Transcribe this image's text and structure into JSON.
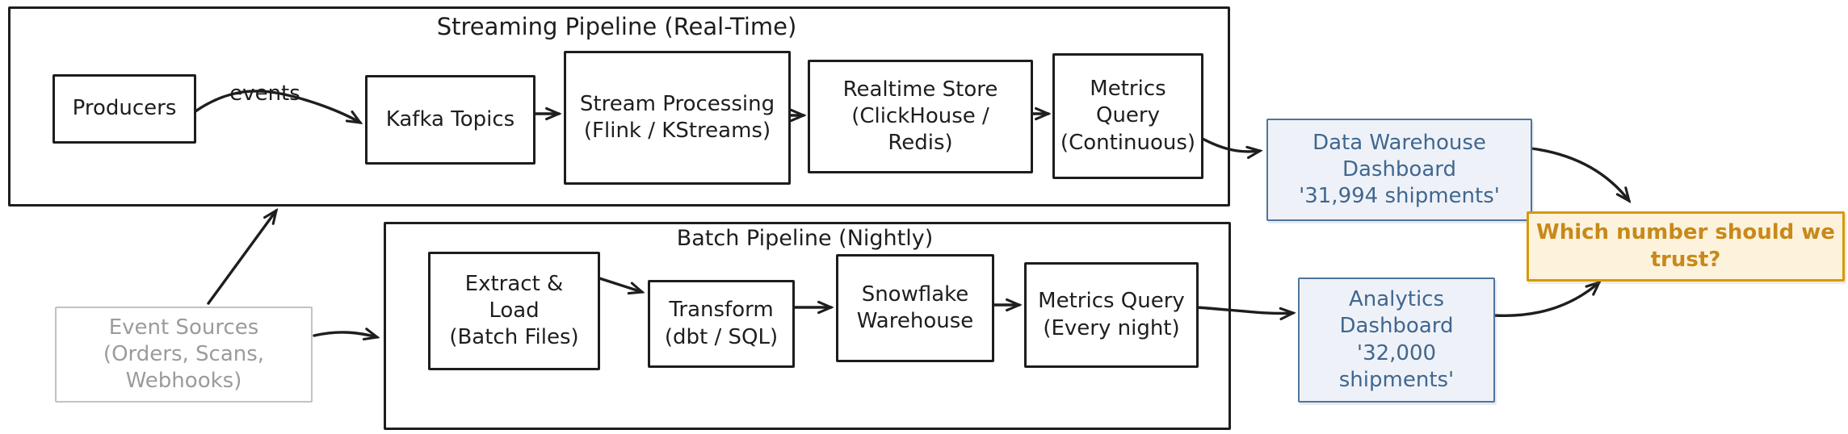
{
  "diagram": {
    "streaming": {
      "title": "Streaming Pipeline (Real-Time)",
      "edge_label": "events",
      "nodes": {
        "producers": {
          "label": "Producers"
        },
        "kafka": {
          "label": "Kafka Topics"
        },
        "stream_processing": {
          "label": "Stream Processing\n(Flink / KStreams)"
        },
        "realtime_store": {
          "label": "Realtime Store\n(ClickHouse /\nRedis)"
        },
        "metrics_query": {
          "label": "Metrics\nQuery\n(Continuous)"
        }
      }
    },
    "batch": {
      "title": "Batch Pipeline (Nightly)",
      "nodes": {
        "extract_load": {
          "label": "Extract &\nLoad\n(Batch Files)"
        },
        "transform": {
          "label": "Transform\n(dbt / SQL)"
        },
        "snowflake": {
          "label": "Snowflake\nWarehouse"
        },
        "metrics_query": {
          "label": "Metrics Query\n(Every night)"
        }
      }
    },
    "event_sources": {
      "label": "Event Sources\n(Orders, Scans,\nWebhooks)"
    },
    "dw_dashboard": {
      "label": "Data Warehouse\nDashboard\n'31,994 shipments'"
    },
    "analytics_dashboard": {
      "label": "Analytics\nDashboard\n'32,000\nshipments'"
    },
    "question": {
      "label": "Which number should we\ntrust?"
    },
    "colors": {
      "ink": "#1e1e1e",
      "dashboard_border": "#4e749c",
      "dashboard_text": "#40678f",
      "dashboard_fill": "#eef2f8",
      "question_border": "#d6990b",
      "question_text": "#c8891a",
      "question_fill": "#fdf3dc",
      "event_sources_text": "#9b9b9b",
      "event_sources_border": "#c2c2c2"
    }
  }
}
